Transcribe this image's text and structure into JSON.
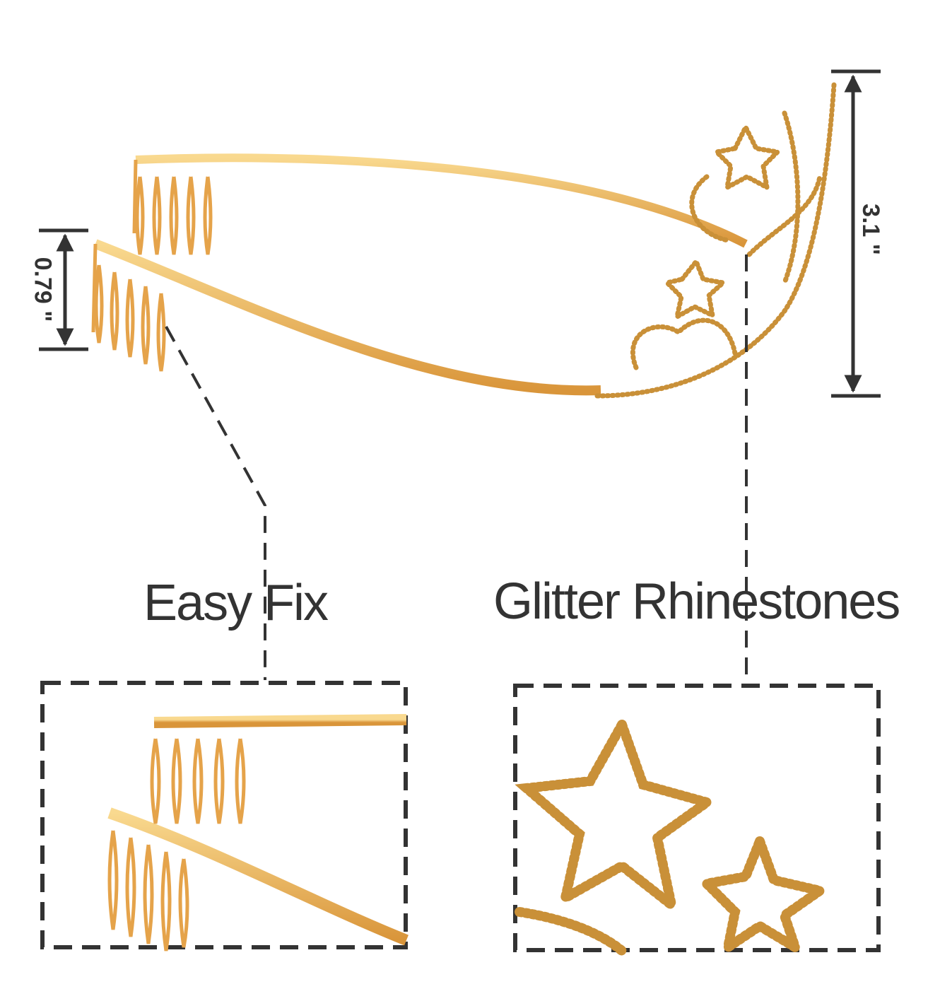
{
  "dimensions": {
    "height": "3.1 \"",
    "comb_height": "0.79 \""
  },
  "callouts": {
    "easy_fix": "Easy Fix",
    "glitter_rhinestones": "Glitter Rhinestones"
  },
  "colors": {
    "gold": "#e8a94a",
    "gold_light": "#f6cf7c",
    "rhinestone": "#b8862e",
    "annotation": "#333333"
  }
}
